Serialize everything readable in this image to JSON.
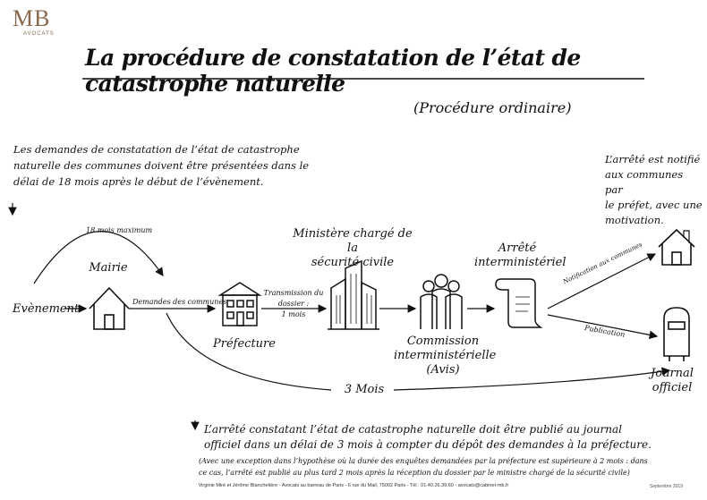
{
  "logo": {
    "mark": "MB",
    "subtitle": "AVOCATS"
  },
  "title": "La procédure de constatation de l’état de catastrophe naturelle",
  "subtitle": "(Procédure ordinaire)",
  "intro_text": [
    "Les demandes de constatation de l’état de catastrophe",
    "naturelle des communes doivent être présentées dans le",
    "délai de 18 mois après le début de l’évènement."
  ],
  "notify_text": [
    "L’arrêté est notifié",
    "aux communes par",
    "le préfet, avec une",
    "motivation."
  ],
  "nodes": {
    "evenement": "Evènement",
    "mairie": "Mairie",
    "prefecture": "Préfecture",
    "ministere": [
      "Ministère chargé de la",
      "sécurité civile"
    ],
    "commission": [
      "Commission",
      "interministérielle",
      "(Avis)"
    ],
    "arrete": [
      "Arrêté",
      "interministériel"
    ],
    "journal": [
      "Journal",
      "officiel"
    ]
  },
  "edges": {
    "max18": "18 mois maximum",
    "demandes": "Demandes des communes",
    "transmission": [
      "Transmission du dossier :",
      "1 mois"
    ],
    "notification": "Notification aux communes",
    "publication": "Publication",
    "trois_mois": "3 Mois"
  },
  "bottom_text": [
    "L’arrêté constatant l’état de catastrophe naturelle doit être publié au journal",
    "officiel dans un délai de 3  mois à compter du dépôt des demandes à la préfecture."
  ],
  "bottom_note": [
    "(Avec une exception  dans l’hypothèse où la durée des enquêtes demandées par la préfecture est supérieure à 2 mois : dans",
    "ce cas, l’arrêté est publié au plus tard 2 mois après la réception du dossier par le ministre chargé de la sécurité civile)"
  ],
  "footer": "Virginie Miré et Jérôme Blanchetière - Avocats au barreau de Paris - 6 rue du Mail, 75002 Paris - Tél : 01.40.26.39.60 - avocats@cabinet-mb.fr",
  "date": "Septembre 2019"
}
